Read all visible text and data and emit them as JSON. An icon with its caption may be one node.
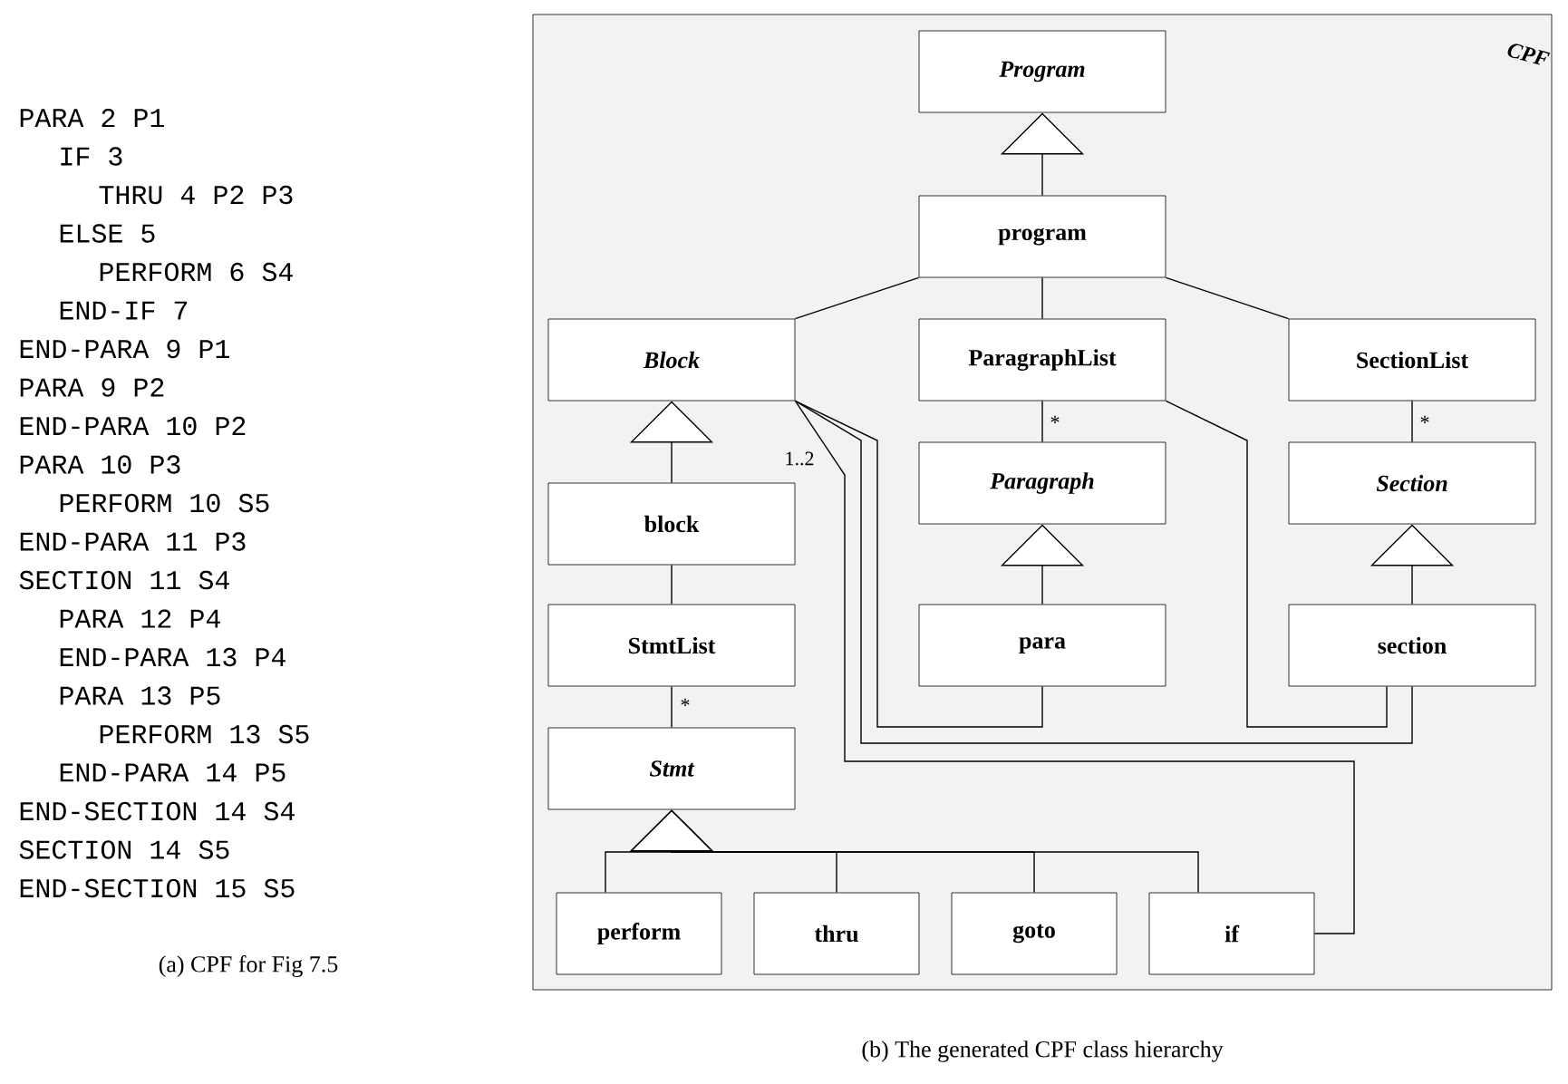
{
  "diagram": {
    "caption": "(b) The generated CPF class hierarchy",
    "nodes": [
      {
        "text": [
          "CPF"
        ]
      },
      {
        "text": [
          "Program"
        ],
        "in": 0
      },
      {
        "text": [
          "program"
        ],
        "in": 0
      },
      {
        "text": [
          "Block"
        ],
        "in": 0
      },
      {
        "text": [
          "ParagraphList"
        ],
        "in": 0
      },
      {
        "text": [
          "SectionList"
        ],
        "in": 0
      },
      {
        "text": [
          "block"
        ],
        "in": 0
      },
      {
        "text": [
          "Paragraph"
        ],
        "in": 0
      },
      {
        "text": [
          "Section"
        ],
        "in": 0
      },
      {
        "text": [
          "StmtList"
        ],
        "in": 0
      },
      {
        "text": [
          "para"
        ],
        "in": 0
      },
      {
        "text": [
          "section"
        ],
        "in": 0
      },
      {
        "text": [
          "Stmt"
        ],
        "in": 0
      },
      {
        "text": [
          "perform"
        ],
        "in": 0
      },
      {
        "text": [
          "thru"
        ],
        "in": 0
      },
      {
        "text": [
          "goto"
        ],
        "in": 0
      },
      {
        "text": [
          "if"
        ],
        "in": 0
      }
    ],
    "edges": [
      {
        "from": 2,
        "to": 1,
        "arrow": "to"
      },
      {
        "from": 2,
        "to": 3,
        "arrow": "none"
      },
      {
        "from": 2,
        "to": 4,
        "arrow": "none"
      },
      {
        "from": 2,
        "to": 5,
        "arrow": "none"
      },
      {
        "from": 6,
        "to": 3,
        "arrow": "to"
      },
      {
        "from": 6,
        "to": 9,
        "arrow": "none"
      },
      {
        "from": 9,
        "to": 12,
        "arrow": "none",
        "label": "*"
      },
      {
        "from": 4,
        "to": 7,
        "arrow": "none",
        "label": "*"
      },
      {
        "from": 10,
        "to": 7,
        "arrow": "to"
      },
      {
        "from": 5,
        "to": 8,
        "arrow": "none",
        "label": "*"
      },
      {
        "from": 11,
        "to": 8,
        "arrow": "to"
      },
      {
        "from": 13,
        "to": 12,
        "arrow": "to"
      },
      {
        "from": 14,
        "to": 12,
        "arrow": "to"
      },
      {
        "from": 15,
        "to": 12,
        "arrow": "to"
      },
      {
        "from": 16,
        "to": 12,
        "arrow": "to"
      },
      {
        "from": 3,
        "to": 10,
        "arrow": "none"
      },
      {
        "from": 3,
        "to": 11,
        "arrow": "none"
      },
      {
        "from": 3,
        "to": 16,
        "arrow": "none",
        "label": "1..2"
      },
      {
        "from": 4,
        "to": 11,
        "arrow": "none"
      }
    ],
    "labels": [
      "PARA 2 P1",
      "IF 3",
      "THRU 4 P2 P3",
      "ELSE 5",
      "PERFORM 6 S4",
      "END-IF 7",
      "END-PARA 9 P1",
      "PARA 9 P2",
      "END-PARA 10 P2",
      "PARA 10 P3",
      "PERFORM 10 S5",
      "END-PARA 11 P3",
      "SECTION 11 S4",
      "PARA 12 P4",
      "END-PARA 13 P4",
      "PARA 13 P5",
      "PERFORM 13 S5",
      "END-PARA 14 P5",
      "END-SECTION 14 S4",
      "SECTION 14 S5",
      "END-SECTION 15 S5",
      "(a) CPF for Fig 7.5"
    ]
  }
}
